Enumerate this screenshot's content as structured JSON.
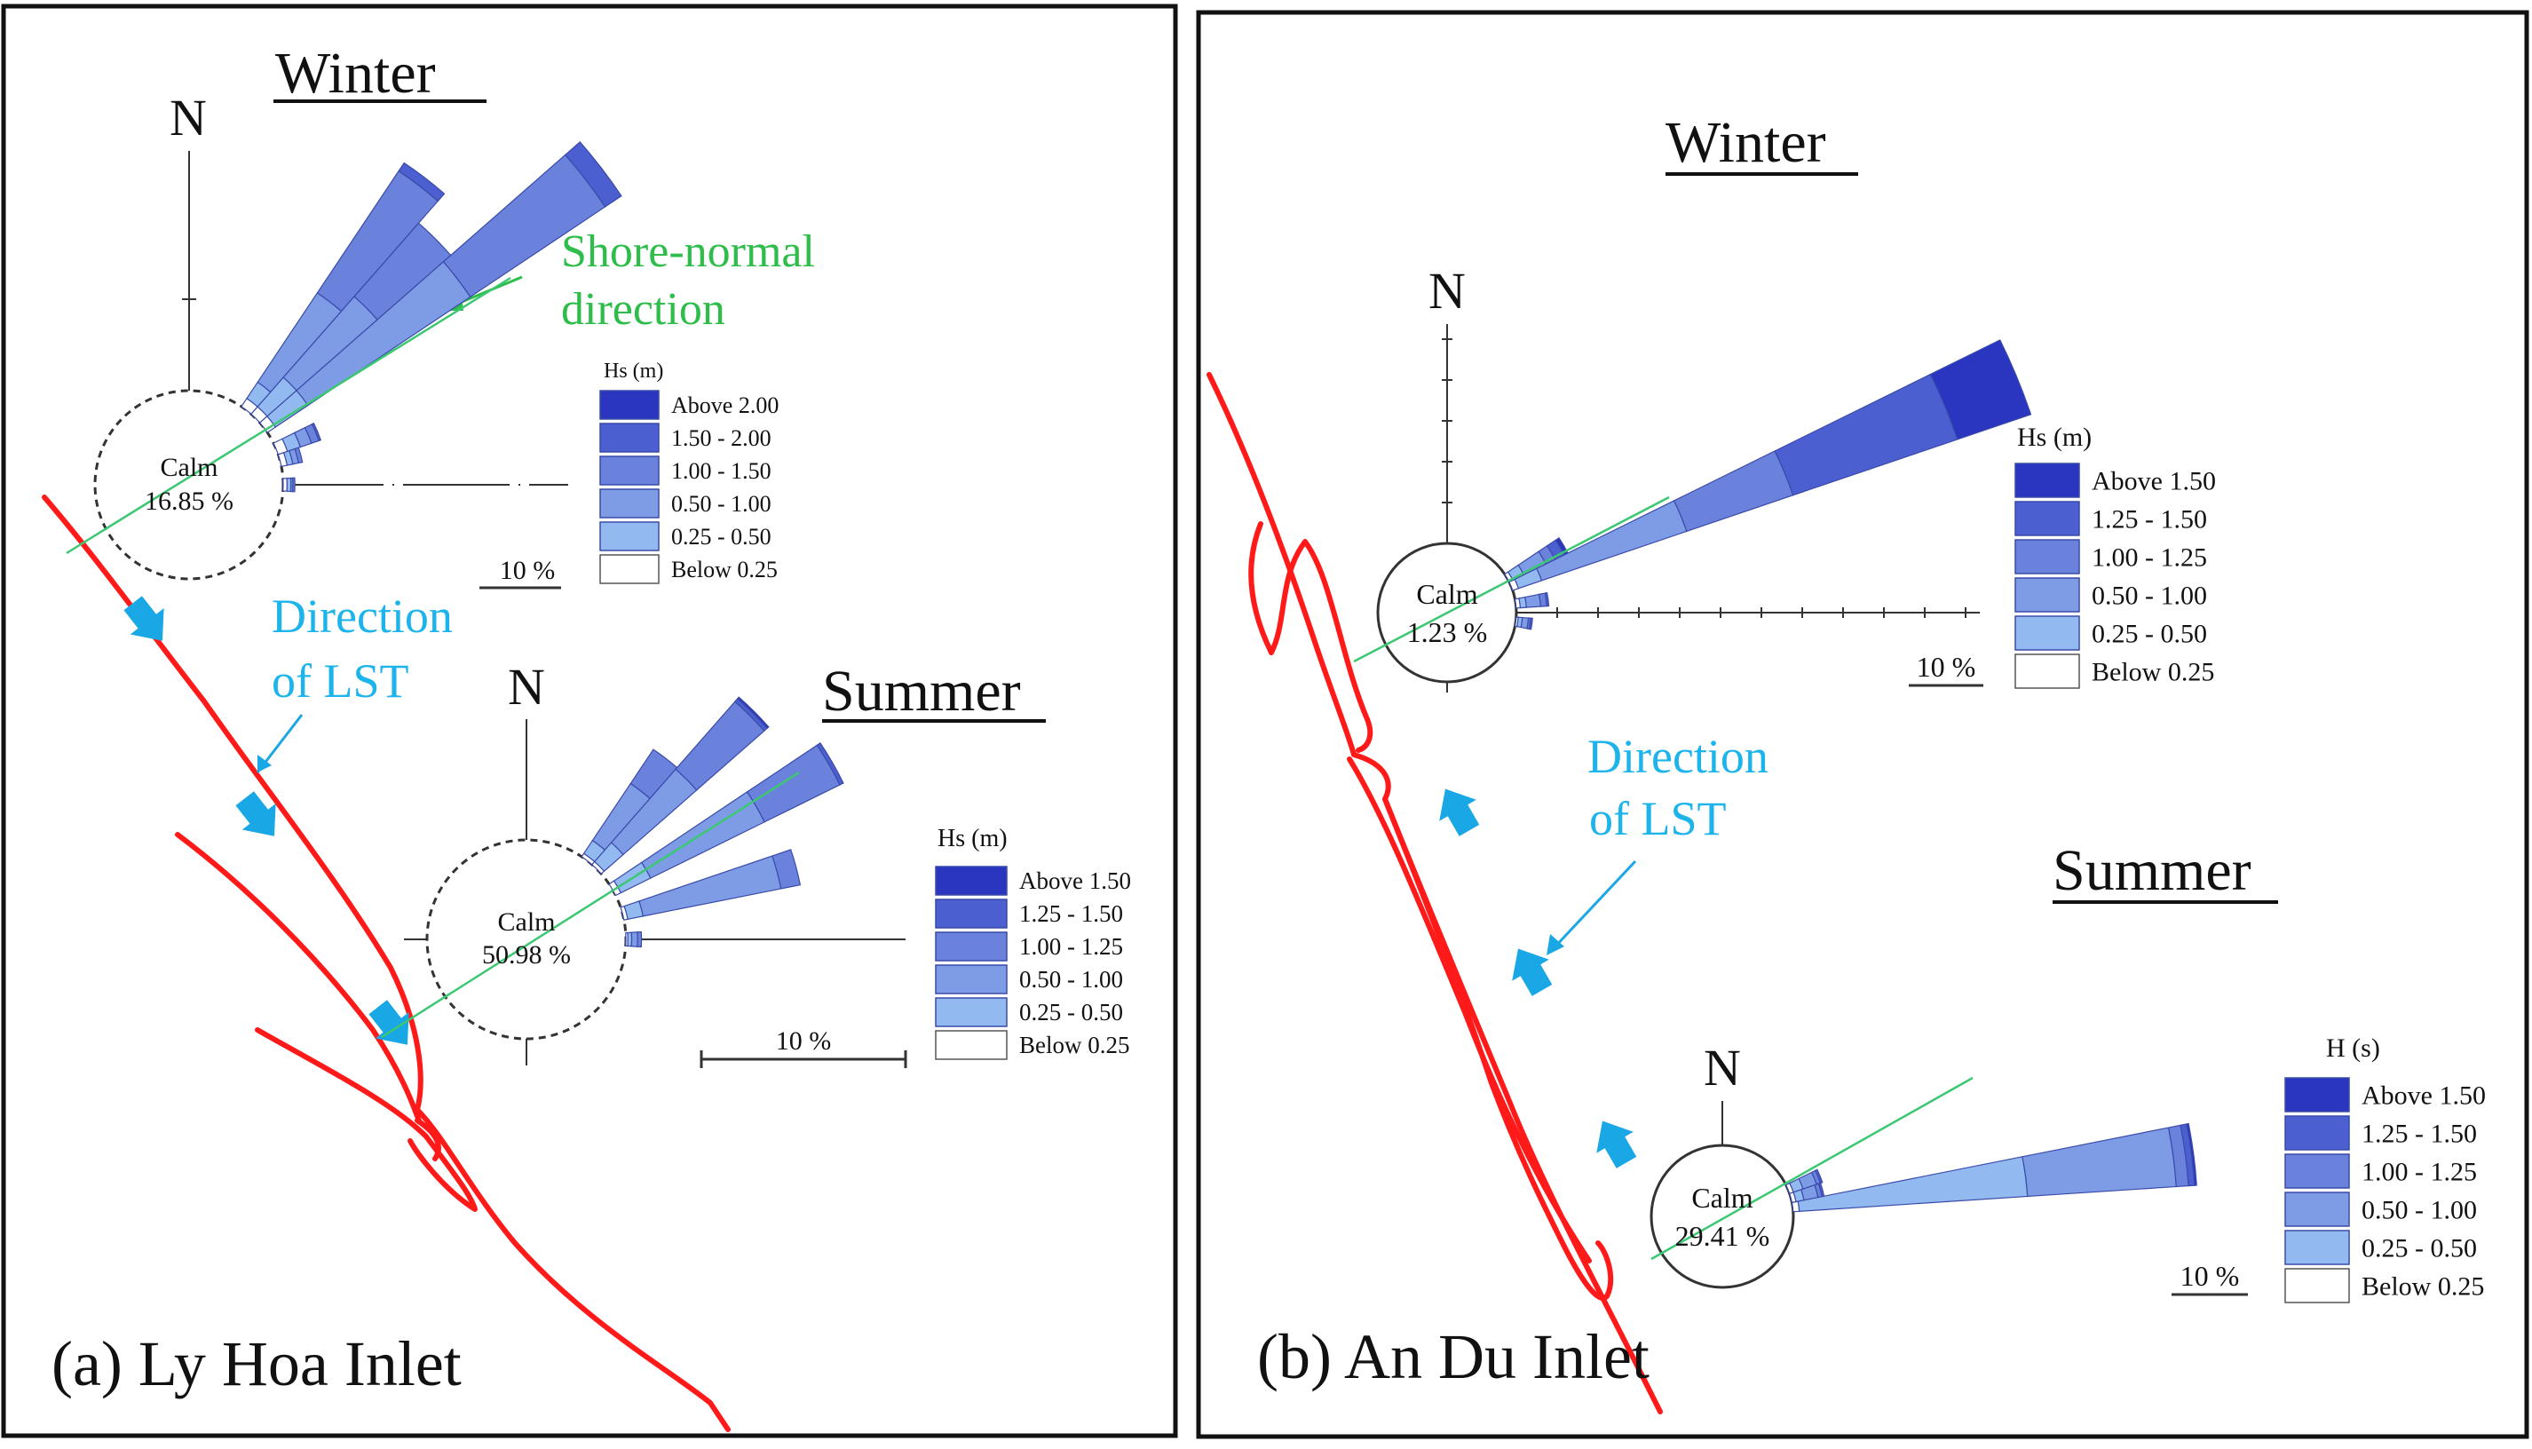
{
  "colors": {
    "coastline": "#ff1a1a",
    "shore_normal": "#3cc873",
    "lst_arrow": "#1aa7e6",
    "panel_border": "#111111",
    "bins": [
      "#ffffff",
      "#93baf0",
      "#7e9ce6",
      "#6a82dc",
      "#4c5fd0",
      "#2a35c0"
    ]
  },
  "panels": [
    {
      "caption": "(a) Ly Hoa Inlet",
      "lst_label": [
        "Direction",
        "of LST"
      ],
      "shore_label": [
        "Shore-normal",
        "direction"
      ],
      "roses": [
        {
          "season": "Winter",
          "north": "N",
          "calm_label": "Calm",
          "calm_value": "16.85 %",
          "scale_label": "10 %",
          "legend_title": "Hs (m)",
          "legend": [
            "Above 2.00",
            "1.50 - 2.00",
            "1.00 - 1.50",
            "0.50 - 1.00",
            "0.25 - 0.50",
            "Below 0.25"
          ],
          "petals": [
            {
              "dir": 45,
              "cum": [
                0.5,
                2.5,
                8.0,
                13.0,
                13.0,
                13.0
              ]
            },
            {
              "dir": 52.5,
              "cum": [
                0.5,
                2.5,
                12.5,
                20.8,
                21.8,
                21.8
              ]
            },
            {
              "dir": 37.5,
              "cum": [
                0.5,
                1.5,
                7.0,
                14.5,
                15.0,
                15.0
              ]
            },
            {
              "dir": 67.5,
              "cum": [
                0.5,
                1.2,
                1.8,
                2.2,
                2.3,
                2.3
              ]
            },
            {
              "dir": 75,
              "cum": [
                0.3,
                0.6,
                0.9,
                1.1,
                1.1,
                1.1
              ]
            },
            {
              "dir": 90,
              "cum": [
                0.2,
                0.4,
                0.5,
                0.6,
                0.6,
                0.6
              ]
            }
          ]
        },
        {
          "season": "Summer",
          "north": "N",
          "calm_label": "Calm",
          "calm_value": "50.98 %",
          "scale_label": "10 %",
          "legend_title": "Hs (m)",
          "legend": [
            "Above 1.50",
            "1.25 - 1.50",
            "1.00 - 1.25",
            "0.50 - 1.00",
            "0.25 - 0.50",
            "Below 0.25"
          ],
          "petals": [
            {
              "dir": 37.5,
              "cum": [
                0.2,
                1.0,
                4.5,
                6.6,
                6.6,
                6.6
              ]
            },
            {
              "dir": 45,
              "cum": [
                0.2,
                1.5,
                6.5,
                11.1,
                11.3,
                11.4
              ]
            },
            {
              "dir": 60,
              "cum": [
                0.3,
                2.0,
                8.5,
                12.8,
                13.0,
                13.0
              ]
            },
            {
              "dir": 75,
              "cum": [
                0.2,
                1.0,
                8.2,
                9.2,
                9.2,
                9.2
              ]
            },
            {
              "dir": 90,
              "cum": [
                0.1,
                0.3,
                0.6,
                0.8,
                0.8,
                0.8
              ]
            }
          ]
        }
      ]
    },
    {
      "caption": "(b) An Du Inlet",
      "lst_label": [
        "Direction",
        "of LST"
      ],
      "roses": [
        {
          "season": "Winter",
          "north": "N",
          "calm_label": "Calm",
          "calm_value": "1.23 %",
          "scale_label": "10 %",
          "legend_title": "Hs (m)",
          "legend": [
            "Above 1.50",
            "1.25 - 1.50",
            "1.00 - 1.25",
            "0.50 - 1.00",
            "0.25 - 0.50",
            "Below 0.25"
          ],
          "petals": [
            {
              "dir": 67.5,
              "cum": [
                0.3,
                1.5,
                9.0,
                14.5,
                23.0,
                26.8
              ]
            },
            {
              "dir": 60,
              "cum": [
                0.2,
                0.8,
                2.0,
                2.5,
                3.0,
                3.2
              ]
            },
            {
              "dir": 82.5,
              "cum": [
                0.2,
                0.5,
                1.2,
                1.5,
                1.6,
                1.6
              ]
            },
            {
              "dir": 97.5,
              "cum": [
                0.1,
                0.3,
                0.6,
                0.7,
                0.8,
                0.8
              ]
            }
          ]
        },
        {
          "season": "Summer",
          "north": "N",
          "calm_label": "Calm",
          "calm_value": "29.41 %",
          "scale_label": "10 %",
          "legend_title": "H (s)",
          "legend": [
            "Above 1.50",
            "1.25 - 1.50",
            "1.00 - 1.25",
            "0.50 - 1.00",
            "0.25 - 0.50",
            "Below 0.25"
          ],
          "petals": [
            {
              "dir": 82.5,
              "cum": [
                0.3,
                11.5,
                18.8,
                19.4,
                19.7,
                19.8
              ]
            },
            {
              "dir": 67.5,
              "cum": [
                0.2,
                0.7,
                1.4,
                1.6,
                1.7,
                1.7
              ]
            },
            {
              "dir": 75,
              "cum": [
                0.2,
                0.6,
                1.3,
                1.5,
                1.6,
                1.6
              ]
            }
          ]
        }
      ]
    }
  ]
}
